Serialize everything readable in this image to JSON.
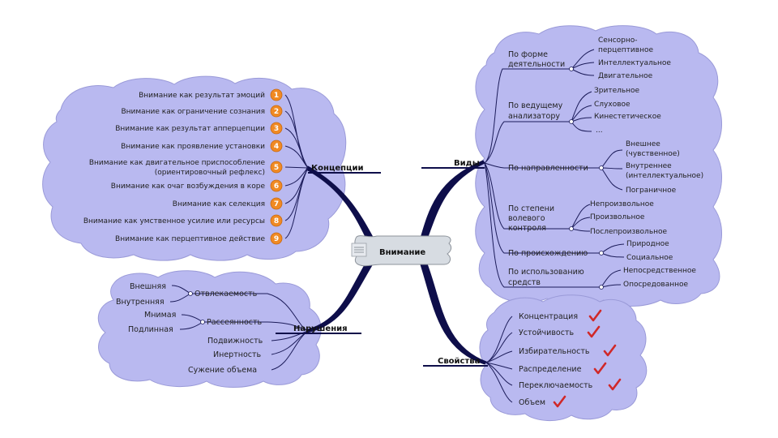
{
  "center": {
    "label": "Внимание"
  },
  "concepts": {
    "label": "Концепции",
    "items": [
      {
        "n": "1",
        "text": "Внимание как результат эмоций"
      },
      {
        "n": "2",
        "text": "Внимание как ограничение сознания"
      },
      {
        "n": "3",
        "text": "Внимание как результат апперцепции"
      },
      {
        "n": "4",
        "text": "Внимание как проявление установки"
      },
      {
        "n": "5",
        "text": "Внимание как двигательное приспособление",
        "text2": "(ориентировочный рефлекс)"
      },
      {
        "n": "6",
        "text": "Внимание как очаг возбуждения в коре"
      },
      {
        "n": "7",
        "text": "Внимание как селекция"
      },
      {
        "n": "8",
        "text": "Внимание как умственное усилие или ресурсы"
      },
      {
        "n": "9",
        "text": "Внимание как перцептивное действие"
      }
    ]
  },
  "violations": {
    "label": "Нарушения",
    "distract": {
      "label": "Отвлекаемость",
      "a": "Внешняя",
      "b": "Внутренняя"
    },
    "scatter": {
      "label": "Рассеянность",
      "a": "Мнимая",
      "b": "Подлинная"
    },
    "items": [
      "Подвижность",
      "Инертность",
      "Сужение объема"
    ]
  },
  "types": {
    "label": "Виды",
    "form": {
      "label1": "По форме",
      "label2": "деятельности",
      "leaves": [
        "Сенсорно-",
        "перцептивное",
        "Интеллектуальное",
        "Двигательное"
      ]
    },
    "analyzer": {
      "label1": "По ведущему",
      "label2": "анализатору",
      "leaves": [
        "Зрительное",
        "Слуховое",
        "Кинестетическое",
        "..."
      ]
    },
    "direction": {
      "label": "По направленности",
      "leaves": [
        "Внешнее",
        "(чувственное)",
        "Внутреннее",
        "(интеллектуальное)",
        "Пограничное"
      ]
    },
    "will": {
      "label1": "По степени",
      "label2": "волевого",
      "label3": "контроля",
      "leaves": [
        "Непроизвольное",
        "Произвольное",
        "Послепроизвольное"
      ]
    },
    "origin": {
      "label": "По происхождению",
      "leaves": [
        "Природное",
        "Социальное"
      ]
    },
    "means": {
      "label1": "По использованию",
      "label2": "средств",
      "leaves": [
        "Непосредственное",
        "Опосредованное"
      ]
    }
  },
  "properties": {
    "label": "Свойства",
    "items": [
      "Концентрация",
      "Устойчивость",
      "Избирательность",
      "Распределение",
      "Переключаемость",
      "Объем"
    ]
  },
  "colors": {
    "cloud": "#b9b9f0",
    "badge": "#f08a24",
    "check": "#d02828",
    "lines": "#1c1c5a"
  }
}
